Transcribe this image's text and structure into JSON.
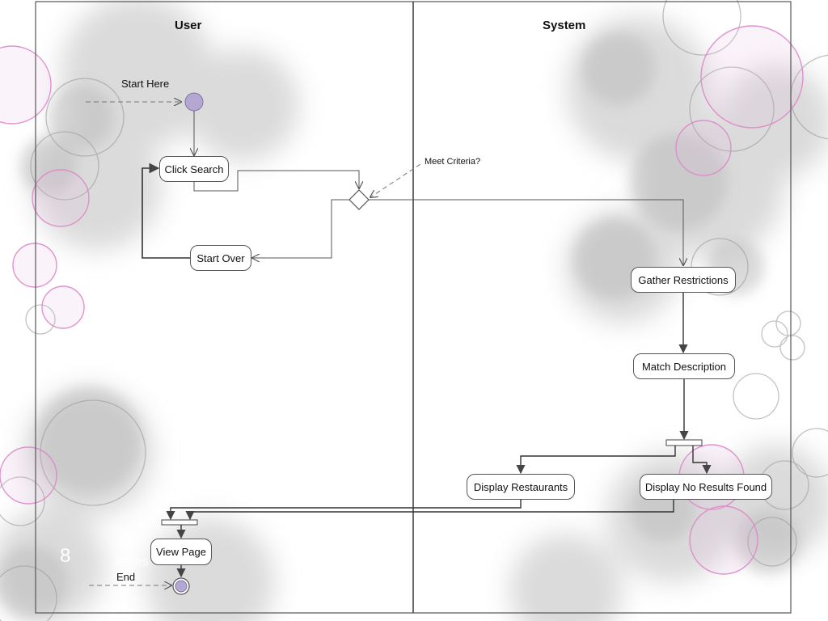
{
  "lanes": {
    "user_title": "User",
    "system_title": "System"
  },
  "labels": {
    "start_here": "Start Here",
    "meet_criteria": "Meet Criteria?",
    "end": "End"
  },
  "nodes": {
    "click_search": "Click Search",
    "start_over": "Start Over",
    "gather_restrictions": "Gather Restrictions",
    "match_description": "Match Description",
    "display_restaurants": "Display Restaurants",
    "display_no_results": "Display No Results Found",
    "view_page": "View Page"
  },
  "footer": {
    "slide_number": "8",
    "text": "SPARS"
  },
  "colors": {
    "initial_node": "#b4a8d2",
    "line": "#444444",
    "bubble_pink": "#e5a8d8",
    "bubble_gray": "#bdbdbd"
  }
}
